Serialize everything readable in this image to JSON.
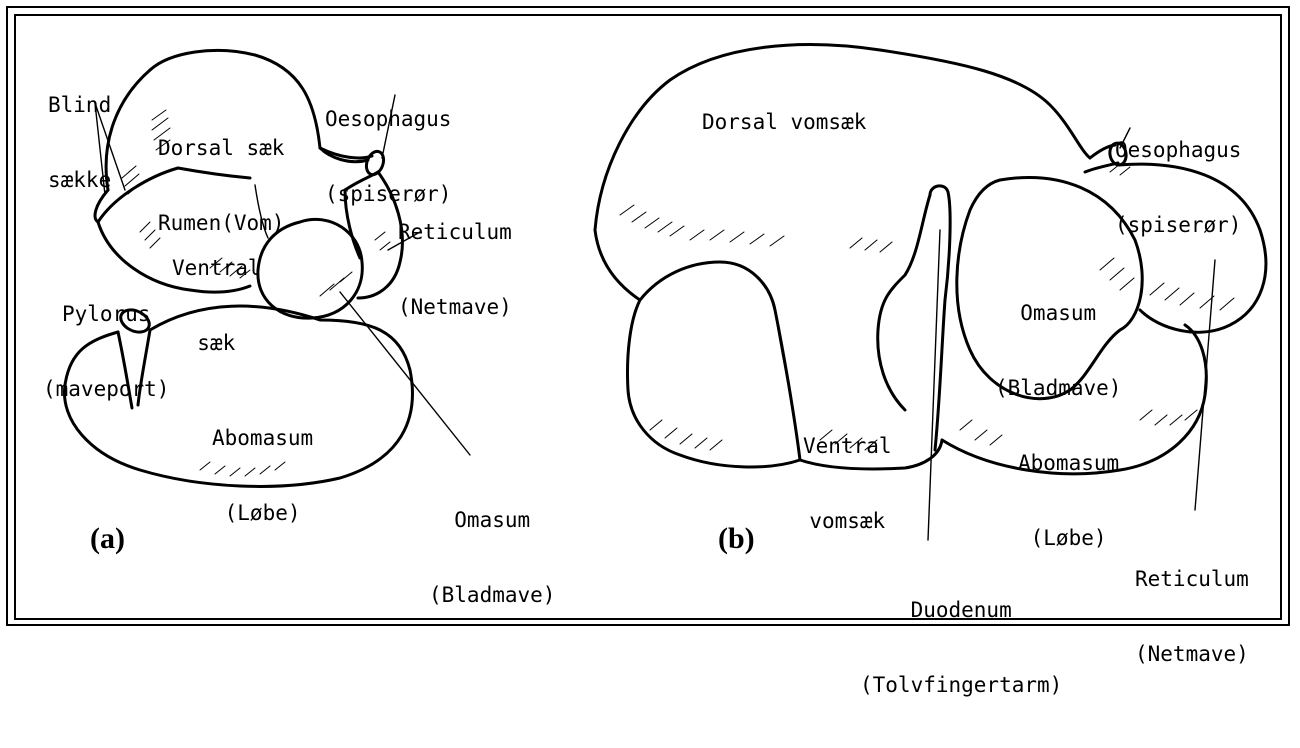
{
  "panels": {
    "a": {
      "tag": "(a)",
      "labels": {
        "blind_line1": "Blind",
        "blind_line2": "sække",
        "dorsal_line1": "Dorsal sæk",
        "dorsal_line2": "Rumen(Vom)",
        "oesophagus_line1": "Oesophagus",
        "oesophagus_line2": "(spiserør)",
        "reticulum_line1": "Reticulum",
        "reticulum_line2": "(Netmave)",
        "ventral_line1": "Ventral",
        "ventral_line2": "sæk",
        "pylorus_line1": "Pylorus",
        "pylorus_line2": "(maveport)",
        "abomasum_line1": "Abomasum",
        "abomasum_line2": "(Løbe)",
        "omasum_line1": "Omasum",
        "omasum_line2": "(Bladmave)"
      }
    },
    "b": {
      "tag": "(b)",
      "labels": {
        "dorsal": "Dorsal vomsæk",
        "oesophagus_line1": "Oesophagus",
        "oesophagus_line2": "(spiserør)",
        "omasum_line1": "Omasum",
        "omasum_line2": "(Bladmave)",
        "ventral_line1": "Ventral",
        "ventral_line2": "vomsæk",
        "abomasum_line1": "Abomasum",
        "abomasum_line2": "(Løbe)",
        "duodenum_line1": "Duodenum",
        "duodenum_line2": "(Tolvfingertarm)",
        "reticulum_line1": "Reticulum",
        "reticulum_line2": "(Netmave)"
      }
    }
  }
}
